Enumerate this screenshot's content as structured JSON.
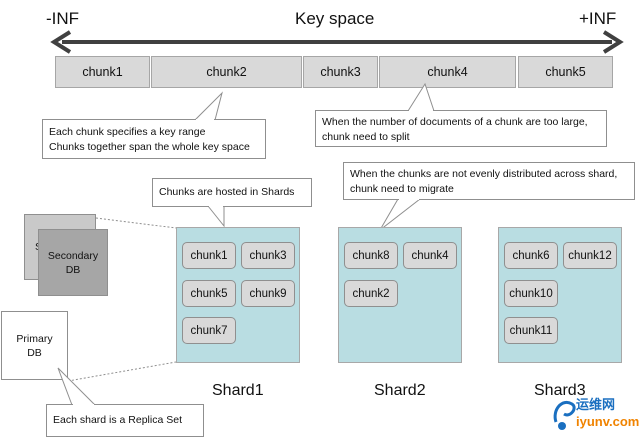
{
  "axis": {
    "left_label": "-INF",
    "right_label": "+INF",
    "title": "Key space"
  },
  "top_chunks": [
    "chunk1",
    "chunk2",
    "chunk3",
    "chunk4",
    "chunk5"
  ],
  "callouts": {
    "key_range": [
      "Each chunk specifies a key range",
      "Chunks together span the whole key space"
    ],
    "split": [
      "When the number of documents of a chunk are too large,",
      "chunk need to split"
    ],
    "migrate": [
      "When the chunks are not evenly distributed across shard,",
      "chunk need to migrate"
    ],
    "hosted": "Chunks are hosted in Shards",
    "replica": "Each shard is a Replica Set"
  },
  "replica_set": {
    "secondary_back_initial": "S",
    "secondary_label": [
      "Secondary",
      "DB"
    ],
    "primary_label": [
      "Primary",
      "DB"
    ]
  },
  "shards": [
    {
      "name": "Shard1",
      "chunks": [
        "chunk1",
        "chunk3",
        "chunk5",
        "chunk9",
        "chunk7"
      ]
    },
    {
      "name": "Shard2",
      "chunks": [
        "chunk8",
        "chunk4",
        "chunk2"
      ]
    },
    {
      "name": "Shard3",
      "chunks": [
        "chunk6",
        "chunk12",
        "chunk10",
        "chunk11"
      ]
    }
  ],
  "watermark": {
    "text": "运维网",
    "url_text": "iyunv.com",
    "colors": {
      "orange": "#f08300",
      "blue": "#1a6fc0"
    }
  },
  "colors": {
    "chunk_fill": "#d9d9d9",
    "shard_fill": "#b9dde2",
    "arrow": "#404040"
  }
}
